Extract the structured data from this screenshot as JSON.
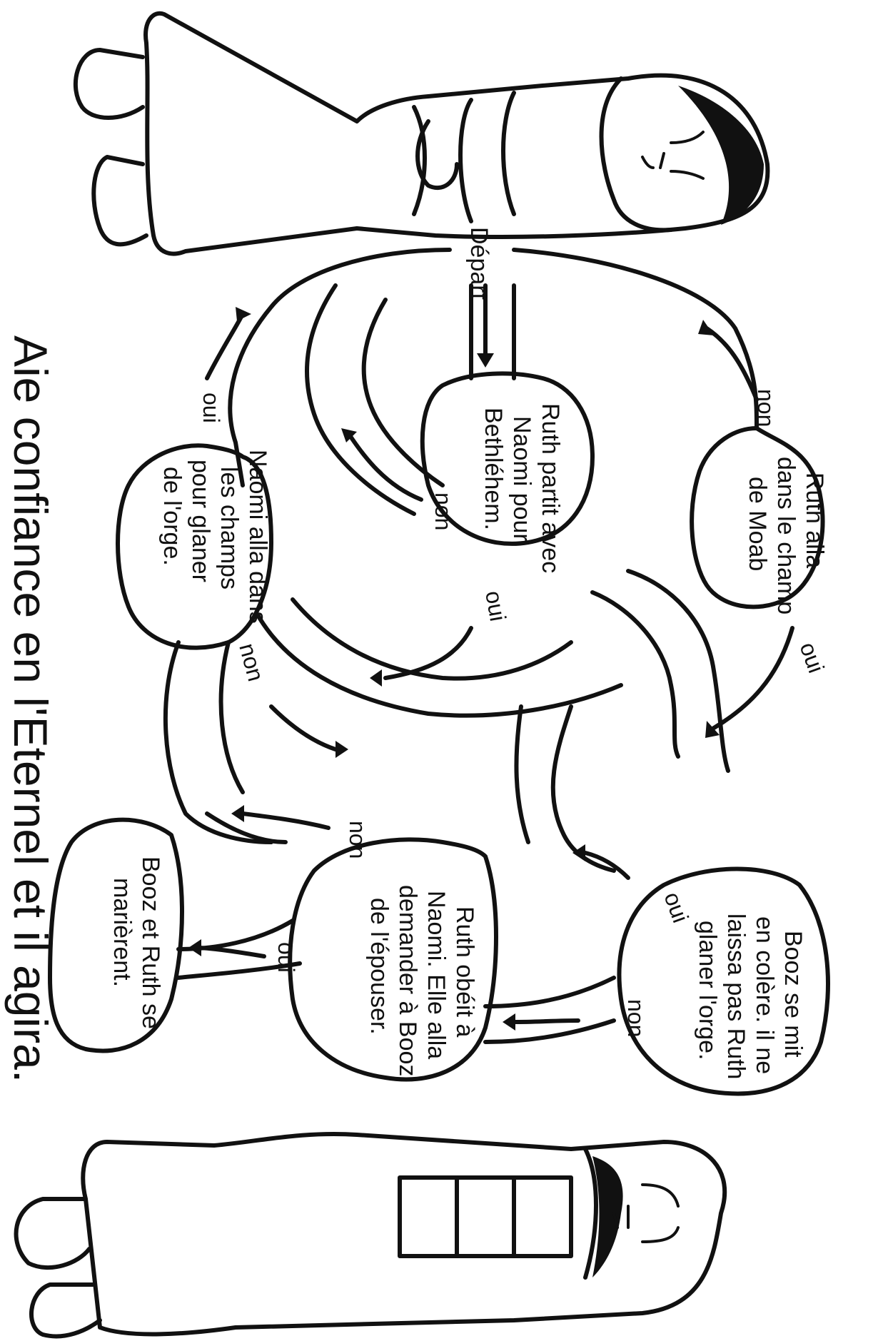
{
  "motto": "Aie confiance en l'Eternel et il agira.",
  "start_label": "Départ",
  "boxes": [
    {
      "lines": [
        "Ruth partit avec",
        "Naomi pour",
        "Bethléhem."
      ]
    },
    {
      "lines": [
        "Ruth alla",
        "dans le champ",
        "de Moab"
      ]
    },
    {
      "lines": [
        "Naomi alla dans",
        "les champs",
        "pour glaner",
        "de l'orge."
      ]
    },
    {
      "lines": [
        "Booz se mit",
        "en colère. il ne",
        "laissa pas Ruth",
        "glaner l'orge."
      ]
    },
    {
      "lines": [
        "Ruth obéit à",
        "Naomi. Elle alla",
        "demander à Booz",
        "de l'épouser."
      ]
    },
    {
      "lines": [
        "Booz et Ruth se",
        "marièrent."
      ]
    }
  ],
  "answers": {
    "yes": "oui",
    "no": "non"
  },
  "characters": {
    "left_figure": "woman-figure",
    "right_figure": "man-figure"
  },
  "colors": {
    "ink": "#111111",
    "paper": "#ffffff"
  }
}
